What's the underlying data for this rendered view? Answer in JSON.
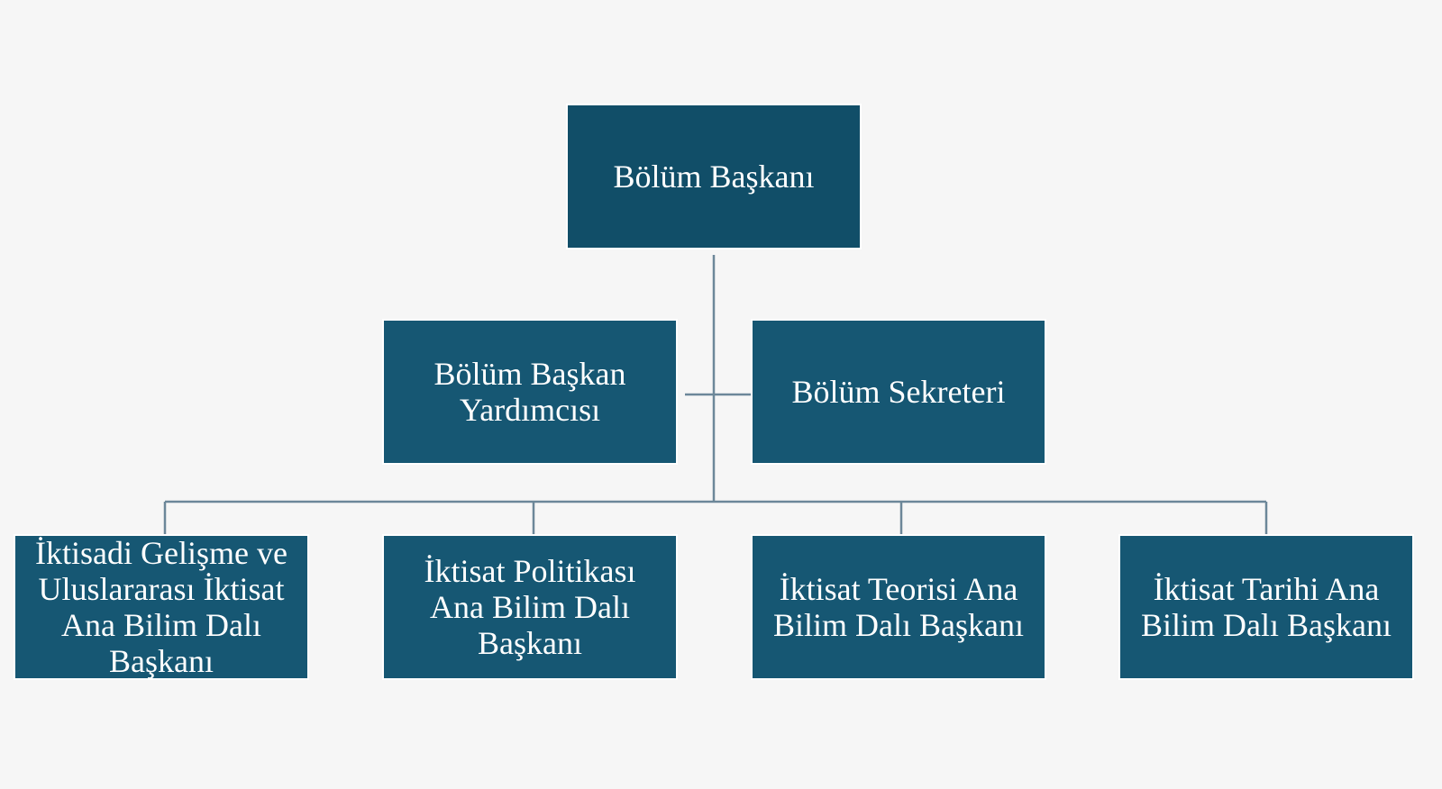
{
  "org_chart": {
    "root": {
      "label": "Bölüm Başkanı"
    },
    "assistants": [
      {
        "label": "Bölüm Başkan\nYardımcısı"
      },
      {
        "label": "Bölüm Sekreteri"
      }
    ],
    "departments": [
      {
        "label": "İktisadi Gelişme ve\nUluslararası İktisat\nAna Bilim Dalı\nBaşkanı"
      },
      {
        "label": "İktisat Politikası\nAna Bilim Dalı\nBaşkanı"
      },
      {
        "label": "İktisat Teorisi Ana\nBilim Dalı Başkanı"
      },
      {
        "label": "İktisat Tarihi Ana\nBilim Dalı Başkanı"
      }
    ],
    "colors": {
      "background": "#f6f6f6",
      "root_box": "#114e68",
      "box": "#165773",
      "box_border": "#ffffff",
      "text": "#ffffff",
      "connector": "#6c8799"
    }
  }
}
